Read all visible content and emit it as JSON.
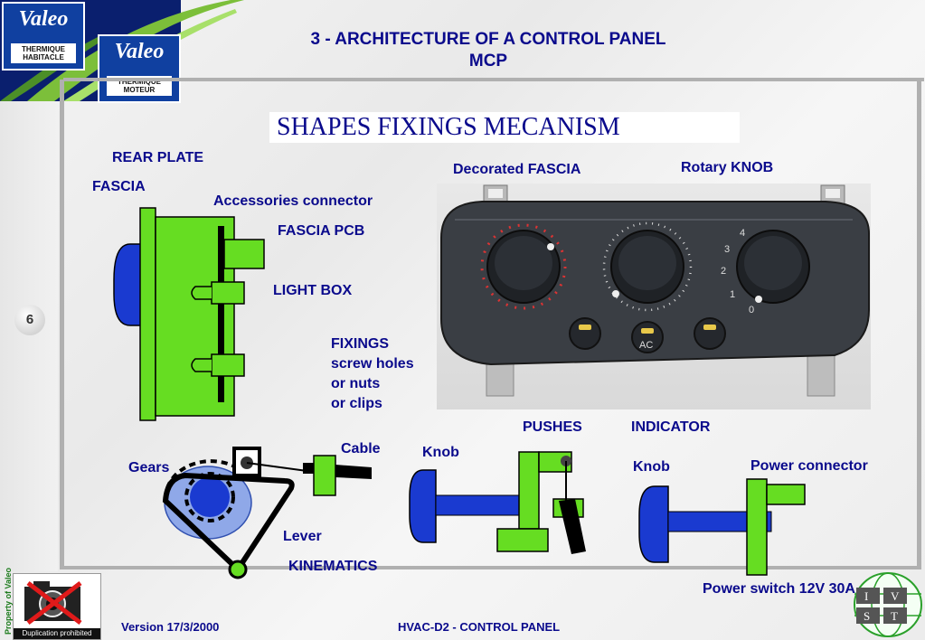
{
  "header": {
    "title_line1": "3 - ARCHITECTURE OF A CONTROL PANEL",
    "title_line2": "MCP",
    "subtitle": "SHAPES FIXINGS MECANISM"
  },
  "logos": {
    "valeo_1": {
      "word": "Valeo",
      "sub1": "THERMIQUE",
      "sub2": "HABITACLE"
    },
    "valeo_2": {
      "word": "Valeo",
      "sub1": "THERMIQUE",
      "sub2": "MOTEUR"
    }
  },
  "labels": {
    "rear_plate": "REAR PLATE",
    "fascia": "FASCIA",
    "accessories_connector": "Accessories connector",
    "fascia_pcb": "FASCIA PCB",
    "light_box": "LIGHT BOX",
    "fixings_1": "FIXINGS",
    "fixings_2": "screw holes",
    "fixings_3": "or nuts",
    "fixings_4": "or clips",
    "decorated_fascia": "Decorated FASCIA",
    "rotary_knob": "Rotary KNOB",
    "pushes": "PUSHES",
    "indicator": "INDICATOR",
    "cable": "Cable",
    "gears": "Gears",
    "knob_1": "Knob",
    "knob_2": "Knob",
    "power_connector": "Power connector",
    "lever": "Lever",
    "kinematics": "KINEMATICS",
    "power_switch": "Power switch 12V 30A"
  },
  "photo_markings": {
    "btn_ac": "AC",
    "scale": [
      "4",
      "3",
      "2",
      "1",
      "0"
    ]
  },
  "page_number": "6",
  "footer": {
    "version": "Version 17/3/2000",
    "document": "HVAC-D2 - CONTROL PANEL",
    "property": "Property of Valeo",
    "duplication": "Duplication prohibited"
  },
  "ivst": {
    "i": "I",
    "v": "V",
    "s": "S",
    "t": "T"
  },
  "colors": {
    "label_blue": "#0a0a8c",
    "green": "#66dd22",
    "blue": "#1a3ad0",
    "brand_blue": "#1040a0"
  }
}
